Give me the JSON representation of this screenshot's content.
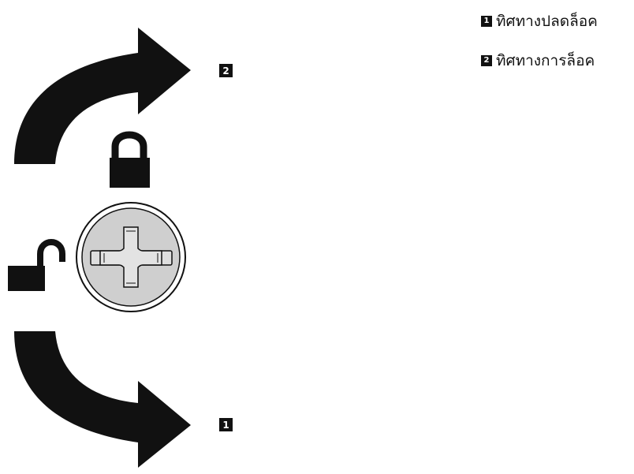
{
  "colors": {
    "ink": "#111111",
    "screw_face": "#cfcfcf",
    "screw_inner": "#dedede",
    "badge_text": "#ffffff"
  },
  "callouts": {
    "top": "2",
    "bottom": "1"
  },
  "legend": {
    "items": [
      {
        "number": "1",
        "label": "ทิศทางปลดล็อค"
      },
      {
        "number": "2",
        "label": "ทิศทางการล็อค"
      }
    ]
  },
  "icons": {
    "lock": "padlock-closed-icon",
    "unlock": "padlock-open-icon",
    "screw": "phillips-screw-head-icon",
    "arrow_top": "curved-arrow-clockwise-icon",
    "arrow_bottom": "curved-arrow-counterclockwise-icon"
  }
}
